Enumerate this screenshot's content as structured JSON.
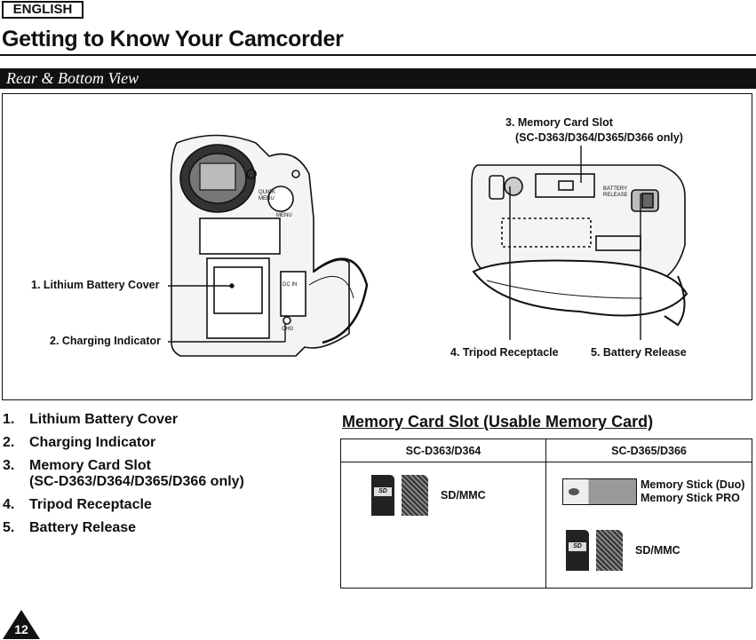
{
  "header": {
    "language": "ENGLISH",
    "title": "Getting to Know Your Camcorder"
  },
  "section": {
    "title": "Rear & Bottom View"
  },
  "figure": {
    "callouts": {
      "lithium_battery_cover": "1. Lithium Battery Cover",
      "charging_indicator": "2. Charging Indicator",
      "memory_card_slot": "3. Memory Card Slot",
      "memory_card_slot_models": "(SC-D363/D364/D365/D366 only)",
      "tripod_receptacle": "4. Tripod Receptacle",
      "battery_release": "5. Battery Release"
    },
    "device_labels": {
      "quick_menu_1": "QUICK",
      "quick_menu_2": "MENU",
      "menu": "MENU",
      "dc_in": "DC IN",
      "chg": "CHG",
      "battery_release_1": "BATTERY",
      "battery_release_2": "RELEASE"
    }
  },
  "parts": [
    {
      "num": "1.",
      "text": "Lithium Battery Cover",
      "sub": ""
    },
    {
      "num": "2.",
      "text": "Charging Indicator",
      "sub": ""
    },
    {
      "num": "3.",
      "text": "Memory Card Slot",
      "sub": "(SC-D363/D364/D365/D366 only)"
    },
    {
      "num": "4.",
      "text": "Tripod Receptacle",
      "sub": ""
    },
    {
      "num": "5.",
      "text": "Battery Release",
      "sub": ""
    }
  ],
  "memory": {
    "heading": "Memory Card Slot (Usable Memory Card)",
    "columns": [
      {
        "model": "SC-D363/D364",
        "cards": [
          {
            "label": "SD/MMC",
            "label2": ""
          }
        ]
      },
      {
        "model": "SC-D365/D366",
        "cards": [
          {
            "label": "Memory Stick (Duo)",
            "label2": "Memory Stick PRO"
          },
          {
            "label": "SD/MMC",
            "label2": ""
          }
        ]
      }
    ]
  },
  "page_number": "12",
  "colors": {
    "ink": "#111111",
    "paper": "#ffffff",
    "bar": "#111111"
  }
}
